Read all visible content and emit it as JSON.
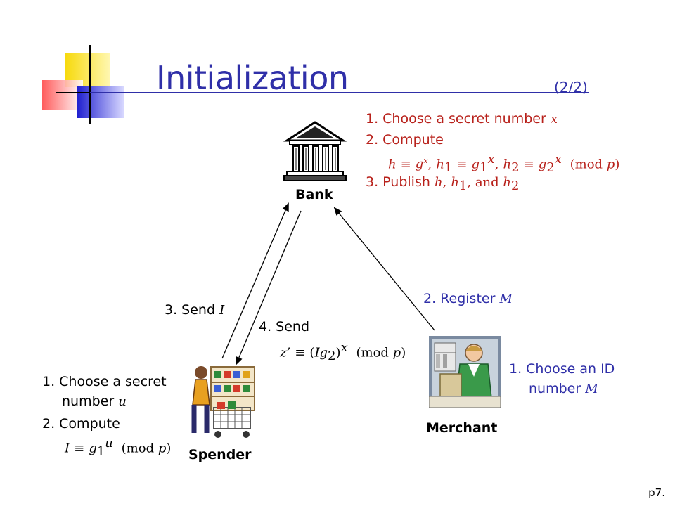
{
  "slide": {
    "title": "Initialization",
    "subtitle": "(2/2)",
    "page_number": "p7."
  },
  "bank": {
    "label": "Bank",
    "steps": {
      "step1": "1. Choose a secret number",
      "step1_var": "x",
      "step2": "2. Compute",
      "step2_formula": "h ≡ gx, h1 ≡ g1x, h2 ≡ g2x (mod p)",
      "step3": "3. Publish",
      "step3_vars": "h, h1, and h2"
    }
  },
  "spender": {
    "label": "Spender",
    "steps": {
      "step1_line1": "1. Choose a secret",
      "step1_line2": "number",
      "step1_var": "u",
      "step2": "2. Compute",
      "step2_formula": "I ≡ g1u (mod p)"
    }
  },
  "merchant": {
    "label": "Merchant",
    "steps": {
      "step1_line1": "1. Choose an ID",
      "step1_line2": "number",
      "step1_var": "M"
    }
  },
  "arrows": {
    "send_i": "3. Send",
    "send_i_var": "I",
    "send_z": "4. Send",
    "send_z_formula": "z’ ≡ (Ig2)x (mod p)",
    "register": "2. Register",
    "register_var": "M"
  },
  "colors": {
    "title": "#2f2fa8",
    "bank_text": "#b8211b",
    "merchant_text": "#2f2fa8",
    "spender_text": "#000000"
  }
}
